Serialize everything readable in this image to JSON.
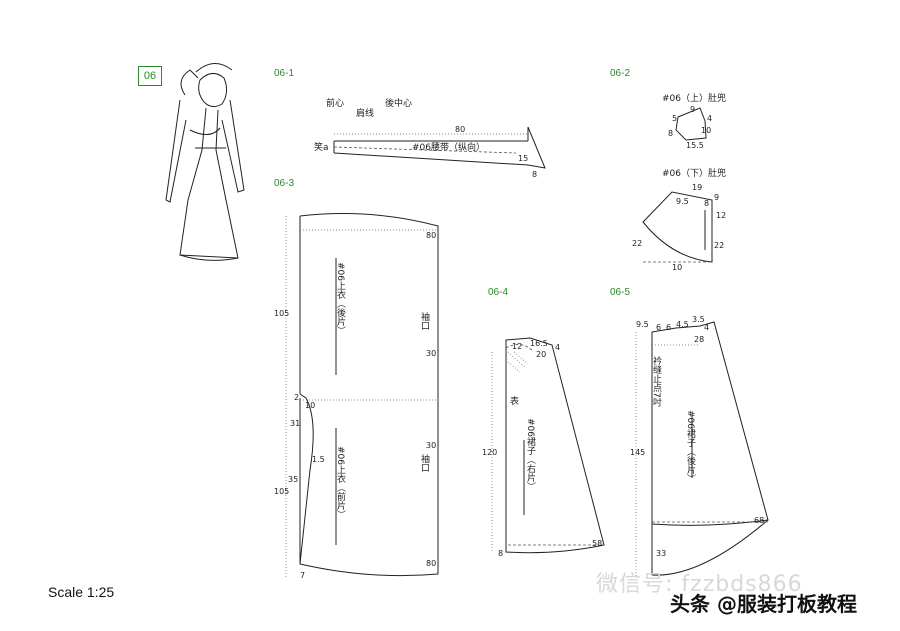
{
  "figure": {
    "number": "06"
  },
  "panels": {
    "p061": {
      "label": "06-1",
      "texts": [
        "前心",
        "肩线",
        "後中心",
        "80",
        "#06腰带（纵向）",
        "15",
        "8",
        "笑a"
      ]
    },
    "p062": {
      "label": "06-2",
      "upper_title": "#06（上）肚兜",
      "upper_values": [
        "9",
        "5",
        "4",
        "8",
        "10",
        "15.5"
      ],
      "lower_title": "#06（下）肚兜",
      "lower_values": [
        "19",
        "9.5",
        "8",
        "9",
        "12",
        "22",
        "22",
        "10"
      ]
    },
    "p063": {
      "label": "06-3",
      "upper_text": "#06上衣（後片）",
      "lower_text": "#06上衣（前片）",
      "side_top": "袖口",
      "side_bottom": "袖口",
      "values": [
        "80",
        "105",
        "30",
        "2",
        "10",
        "31",
        "1.5",
        "35",
        "105",
        "30",
        "80",
        "7"
      ]
    },
    "p064": {
      "label": "06-4",
      "text": "#06裙子（右片）",
      "side": "表",
      "values": [
        "12",
        "16.5",
        "4",
        "20",
        "120",
        "58",
        "8"
      ]
    },
    "p065": {
      "label": "06-5",
      "text": "#06裙子（後片）",
      "side": "衿缝止点7吋",
      "values": [
        "9.5",
        "6",
        "6",
        "4.5",
        "3.5",
        "4",
        "28",
        "145",
        "68",
        "33"
      ]
    }
  },
  "footer": {
    "scale": "Scale 1:25",
    "watermark": "微信号: fzzbds866",
    "attribution": "头条 @服装打板教程"
  }
}
